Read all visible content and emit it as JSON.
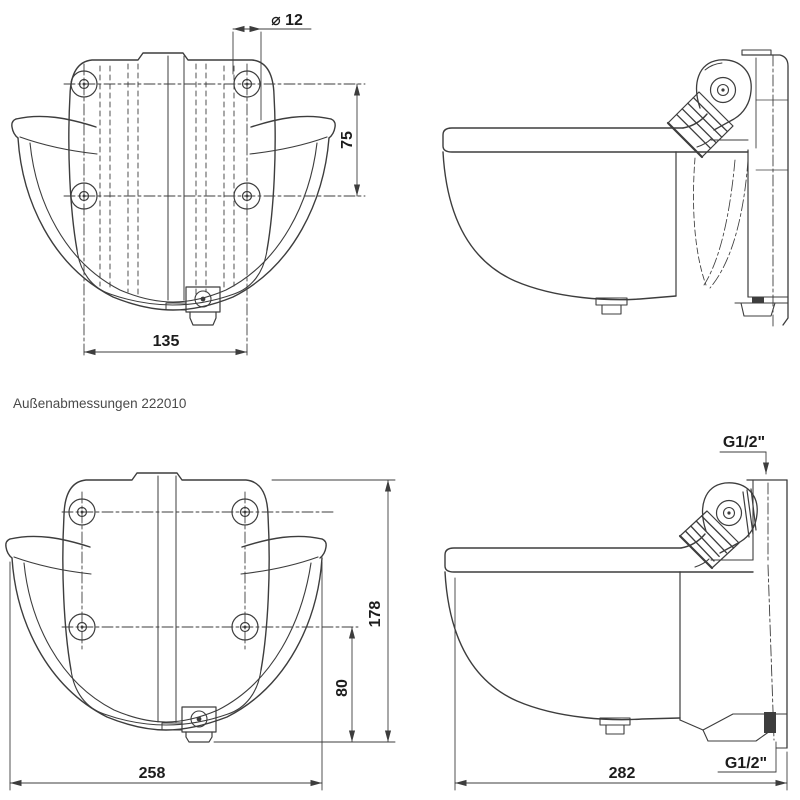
{
  "caption": "Außenabmessungen 222010",
  "dimensions": {
    "hole_diameter": "⌀ 12",
    "hole_spacing_vertical": "75",
    "hole_spacing_horizontal": "135",
    "overall_height": "178",
    "lower_height": "80",
    "overall_width": "258",
    "overall_depth": "282",
    "thread_top": "G1/2\"",
    "thread_bottom": "G1/2\""
  },
  "colors": {
    "line": "#3d3d3d",
    "dim_text": "#1c1c1c",
    "caption_text": "#4a4a4a",
    "background": "#ffffff"
  }
}
